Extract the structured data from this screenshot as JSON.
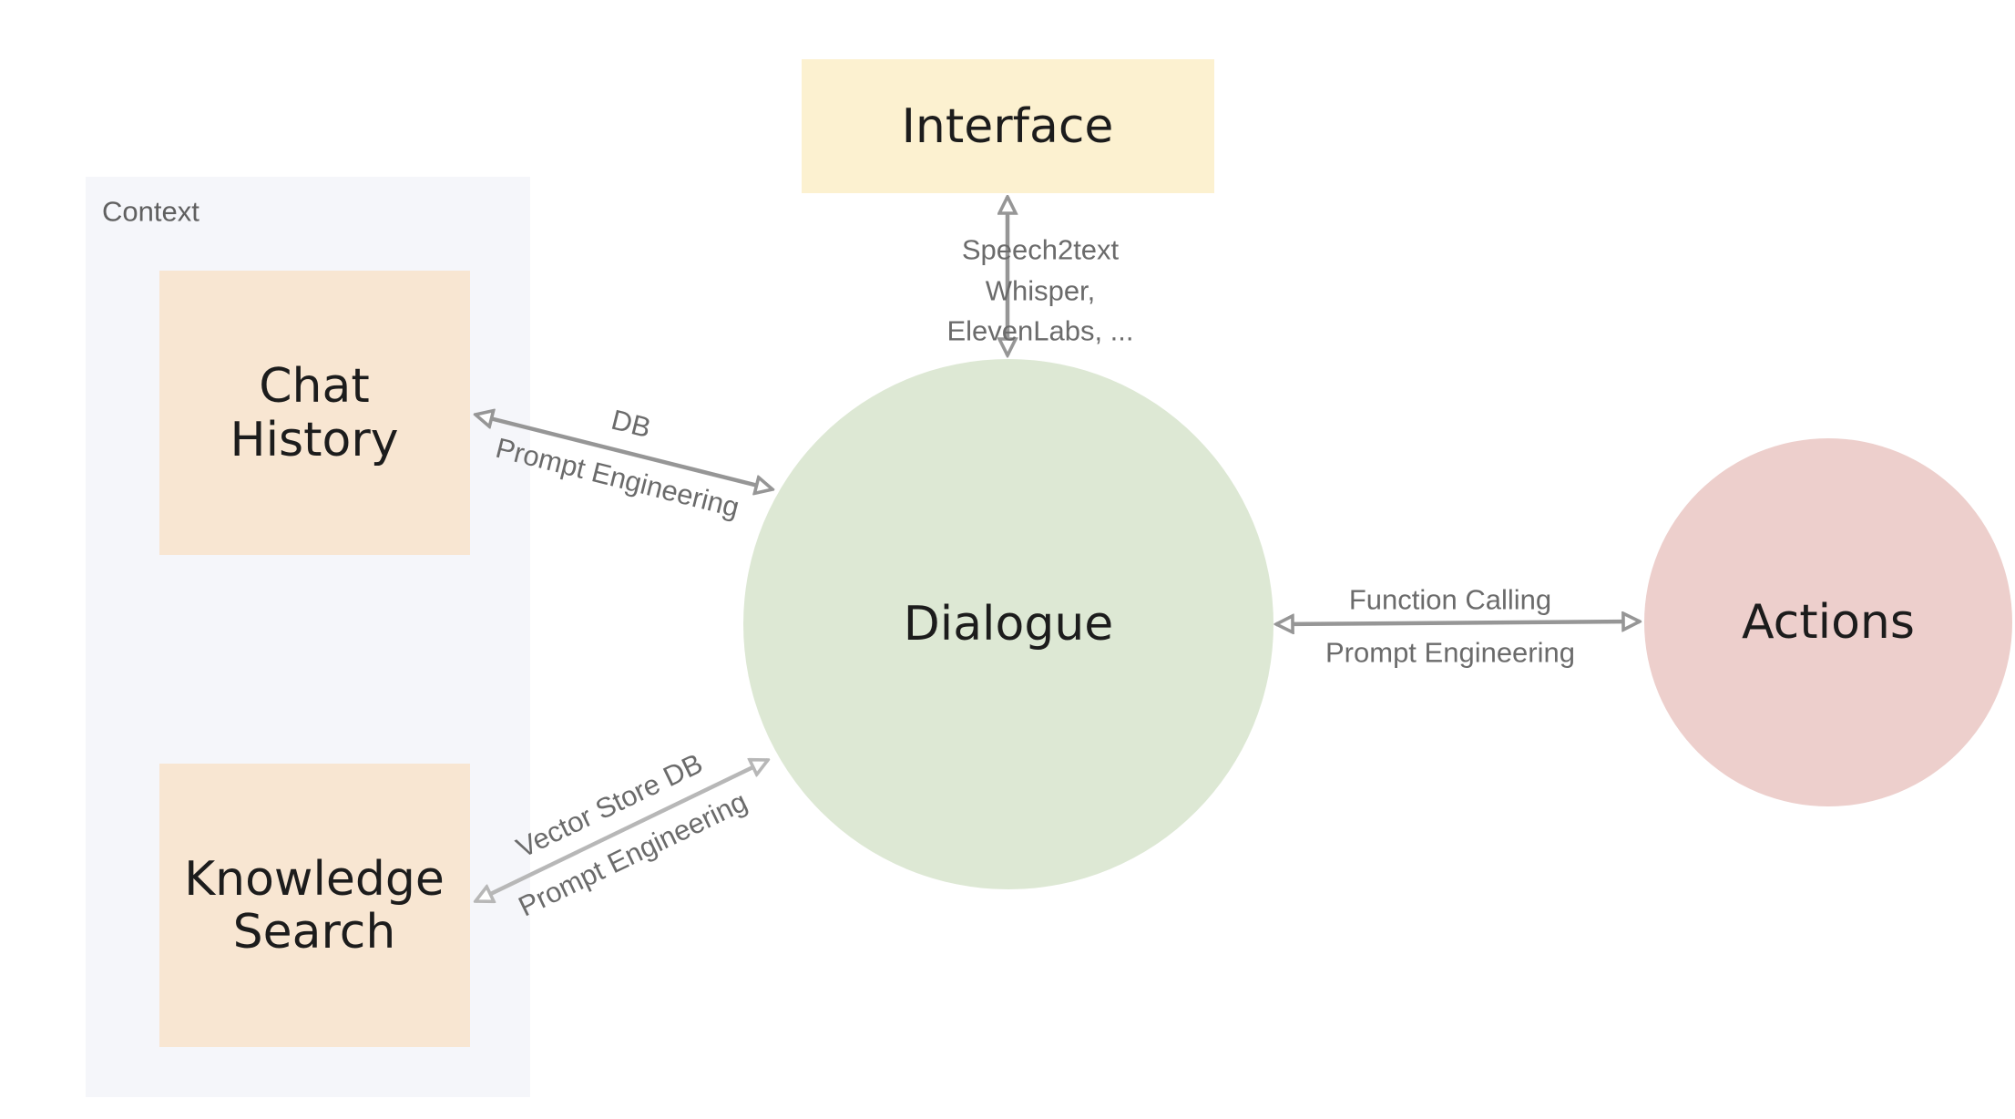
{
  "colors": {
    "group_bg": "#f5f6fa",
    "box_orange": "#f8e6d2",
    "box_yellow": "#fcf1d0",
    "circle_green": "#dde8d4",
    "circle_red": "#edcfcc",
    "edge_dark": "#969696",
    "edge_light": "#b7b7b7"
  },
  "group": {
    "label": "Context"
  },
  "nodes": {
    "interface": {
      "label": "Interface"
    },
    "chat_history": {
      "label_line1": "Chat",
      "label_line2": "History"
    },
    "knowledge_search": {
      "label_line1": "Knowledge",
      "label_line2": "Search"
    },
    "dialogue": {
      "label": "Dialogue"
    },
    "actions": {
      "label": "Actions"
    }
  },
  "edges": {
    "interface_dialogue": {
      "lines": [
        "Speech2text",
        "Whisper,",
        "ElevenLabs, ..."
      ]
    },
    "chat_dialogue": {
      "top": "DB",
      "bottom": "Prompt Engineering"
    },
    "knowledge_dialogue": {
      "top": "Vector Store DB",
      "bottom": "Prompt Engineering"
    },
    "dialogue_actions": {
      "top": "Function Calling",
      "bottom": "Prompt Engineering"
    }
  }
}
